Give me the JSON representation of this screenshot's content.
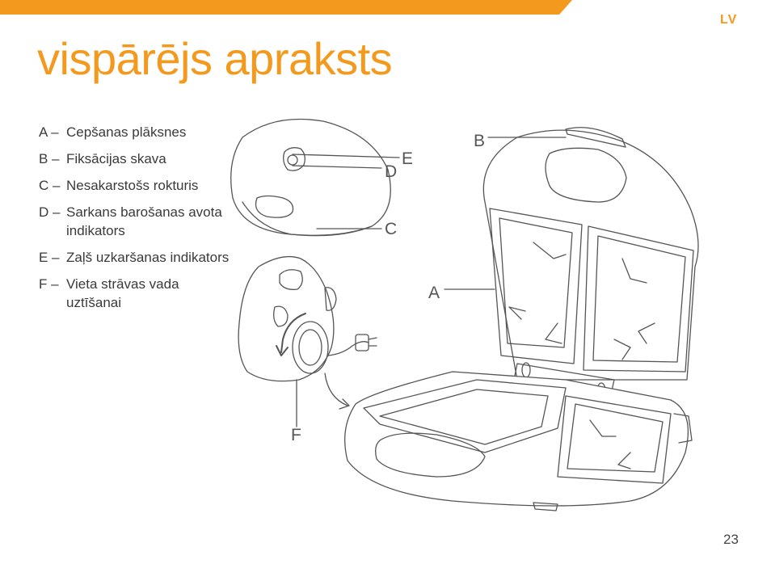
{
  "language": "LV",
  "title": "vispārējs apraksts",
  "legend": [
    {
      "key": "A –",
      "text": "Cepšanas plāksnes"
    },
    {
      "key": "B –",
      "text": "Fiksācijas skava"
    },
    {
      "key": "C –",
      "text": "Nesakarstošs rokturis"
    },
    {
      "key": "D –",
      "text": "Sarkans barošanas avota indikators"
    },
    {
      "key": "E –",
      "text": "Zaļš uzkaršanas indikators"
    },
    {
      "key": "F –",
      "text": "Vieta strāvas vada uztīšanai"
    }
  ],
  "callouts": {
    "A": "A",
    "B": "B",
    "C": "C",
    "D": "D",
    "E": "E",
    "F": "F"
  },
  "page_number": "23",
  "colors": {
    "accent": "#f39a1e",
    "line": "#555555"
  }
}
